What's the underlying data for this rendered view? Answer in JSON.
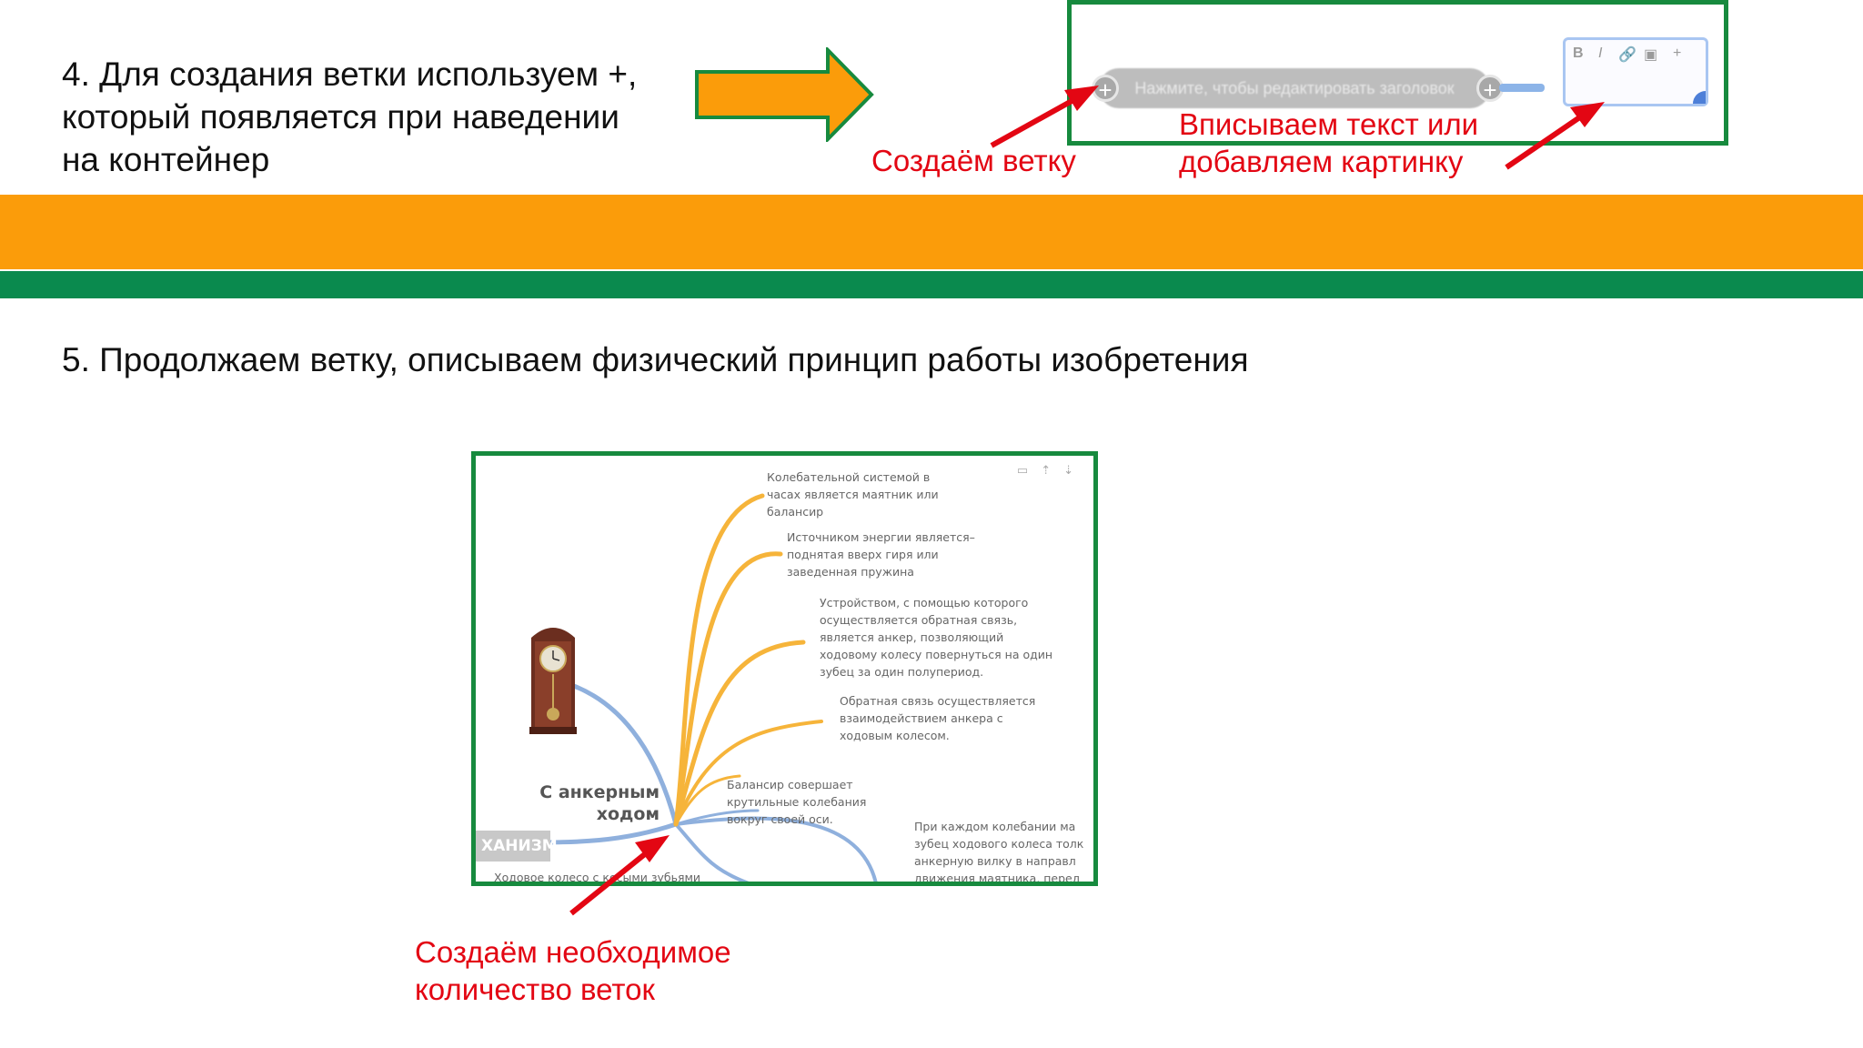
{
  "step4": {
    "lines": [
      "4. Для создания ветки используем +,",
      "который появляется при наведении",
      "на контейнер"
    ]
  },
  "step5": {
    "text": "5. Продолжаем ветку, описываем физический принцип работы изобретения"
  },
  "annotations": {
    "create_branch": "Создаём ветку",
    "enter_text_line1": "Вписываем текст или",
    "enter_text_line2": "добавляем картинку",
    "create_many_line1": "Создаём необходимое",
    "create_many_line2": "количество веток"
  },
  "editor_demo": {
    "node_placeholder": "Нажмите, чтобы редактировать заголовок",
    "plus_symbol": "+",
    "toolbar": [
      "B",
      "I",
      "🔗",
      "▣",
      "+"
    ]
  },
  "mind_map": {
    "central_topic_line1": "С анкерным",
    "central_topic_line2": "ходом",
    "left_tag": "ХАНИЗМ",
    "branches": [
      [
        "Колебательной системой в",
        "часах является маятник или",
        "балансир"
      ],
      [
        "Источником энергии является–",
        "поднятая вверх гиря или",
        "заведенная пружина"
      ],
      [
        "Устройством, с помощью которого",
        "осуществляется обратная связь,",
        "является анкер, позволяющий",
        "ходовому колесу повернуться на один",
        "зубец за один полупериод."
      ],
      [
        "Обратная связь осуществляется",
        "взаимодействием анкера с",
        "ходовым колесом."
      ],
      [
        "Балансир совершает",
        "крутильные колебания",
        "вокруг своей оси."
      ],
      [
        "При каждом колебании ма",
        "зубец ходового колеса толк",
        "анкерную вилку в направл",
        "движения маятника, перед"
      ],
      [
        "Ходовое колесо с косыми зубьями"
      ]
    ]
  },
  "colors": {
    "orange_band": "#fb9c0a",
    "green_band": "#0a8a4e",
    "frame_green": "#178a3e",
    "annotation_red": "#e30613",
    "arrow_orange": "#fb9c0a",
    "branch_orange": "#f6b43a",
    "branch_blue": "#8fb0dd"
  }
}
